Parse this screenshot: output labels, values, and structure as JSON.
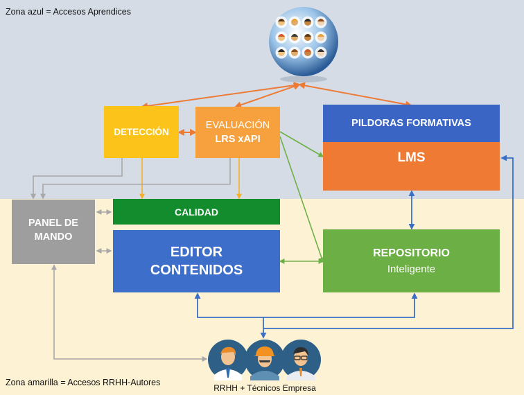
{
  "zones": {
    "blue_label": "Zona azul = Accesos Aprendices",
    "yellow_label": "Zona amarilla = Accesos RRHH-Autores"
  },
  "boxes": {
    "deteccion": "DETECCIÓN",
    "evaluacion_1": "EVALUACIÓN",
    "evaluacion_2": "LRS xAPI",
    "pildoras": "PILDORAS FORMATIVAS",
    "lms": "LMS",
    "calidad": "CALIDAD",
    "panel_1": "PANEL DE",
    "panel_2": "MANDO",
    "editor_1": "EDITOR",
    "editor_2": "CONTENIDOS",
    "repositorio_1": "REPOSITORIO",
    "repositorio_2": "Inteligente"
  },
  "people_caption": "RRHH + Técnicos Empresa",
  "icons": [
    "learners-globe-icon",
    "person-icon",
    "worker-hardhat-icon",
    "technician-icon"
  ],
  "colors": {
    "zone_blue": "#d5dce6",
    "zone_yellow": "#fdf2d4",
    "deteccion": "#fcc31a",
    "evaluacion": "#f6a13d",
    "pildoras": "#3a65c4",
    "lms": "#ef7a34",
    "calidad": "#138c2e",
    "panel": "#9e9e9e",
    "editor": "#3d6ec9",
    "repositorio": "#6caf44",
    "arrow_orange": "#ec7b36",
    "arrow_blue": "#3b6fc5",
    "arrow_green": "#6db146",
    "arrow_gray": "#a8a8a8",
    "arrow_yellow": "#f3b12a"
  }
}
